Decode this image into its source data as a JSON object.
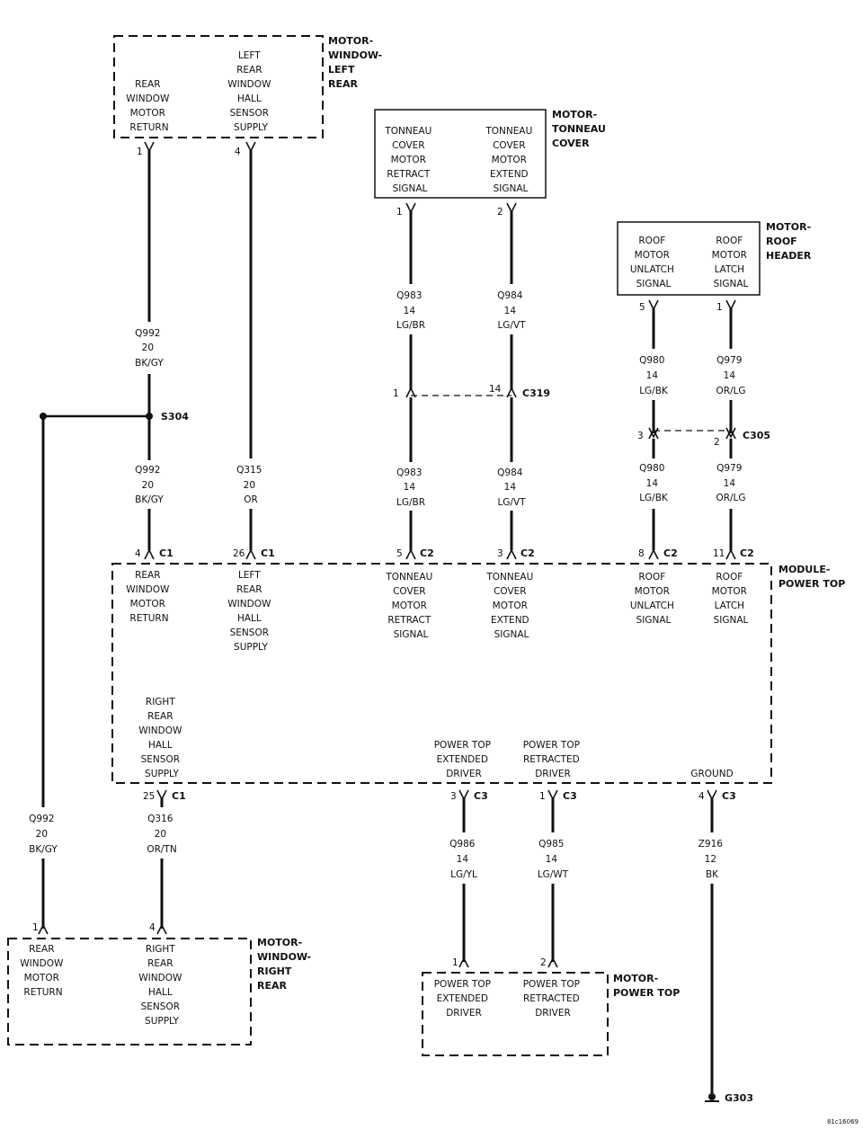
{
  "components": {
    "window_left_rear": {
      "title": [
        "MOTOR-",
        "WINDOW-",
        "LEFT",
        "REAR"
      ],
      "pin_labels": [
        [
          "REAR",
          "WINDOW",
          "MOTOR",
          "RETURN"
        ],
        [
          "LEFT",
          "REAR",
          "WINDOW",
          "HALL",
          "SENSOR",
          "SUPPLY"
        ]
      ],
      "pins": [
        "1",
        "4"
      ]
    },
    "tonneau_cover": {
      "title": [
        "MOTOR-",
        "TONNEAU",
        "COVER"
      ],
      "pin_labels": [
        [
          "TONNEAU",
          "COVER",
          "MOTOR",
          "RETRACT",
          "SIGNAL"
        ],
        [
          "TONNEAU",
          "COVER",
          "MOTOR",
          "EXTEND",
          "SIGNAL"
        ]
      ],
      "pins": [
        "1",
        "2"
      ]
    },
    "roof_header": {
      "title": [
        "MOTOR-",
        "ROOF",
        "HEADER"
      ],
      "pin_labels": [
        [
          "ROOF",
          "MOTOR",
          "UNLATCH",
          "SIGNAL"
        ],
        [
          "ROOF",
          "MOTOR",
          "LATCH",
          "SIGNAL"
        ]
      ],
      "pins": [
        "5",
        "1"
      ]
    },
    "module_power_top": {
      "title": [
        "MODULE-",
        "POWER TOP"
      ],
      "top_pins": [
        {
          "pin": "4",
          "conn": "C1",
          "label": [
            "REAR",
            "WINDOW",
            "MOTOR",
            "RETURN"
          ]
        },
        {
          "pin": "26",
          "conn": "C1",
          "label": [
            "LEFT",
            "REAR",
            "WINDOW",
            "HALL",
            "SENSOR",
            "SUPPLY"
          ]
        },
        {
          "pin": "5",
          "conn": "C2",
          "label": [
            "TONNEAU",
            "COVER",
            "MOTOR",
            "RETRACT",
            "SIGNAL"
          ]
        },
        {
          "pin": "3",
          "conn": "C2",
          "label": [
            "TONNEAU",
            "COVER",
            "MOTOR",
            "EXTEND",
            "SIGNAL"
          ]
        },
        {
          "pin": "8",
          "conn": "C2",
          "label": [
            "ROOF",
            "MOTOR",
            "UNLATCH",
            "SIGNAL"
          ]
        },
        {
          "pin": "11",
          "conn": "C2",
          "label": [
            "ROOF",
            "MOTOR",
            "LATCH",
            "SIGNAL"
          ]
        }
      ],
      "bottom_pins": [
        {
          "pin": "25",
          "conn": "C1",
          "label": [
            "RIGHT",
            "REAR",
            "WINDOW",
            "HALL",
            "SENSOR",
            "SUPPLY"
          ]
        },
        {
          "pin": "3",
          "conn": "C3",
          "label": [
            "POWER TOP",
            "EXTENDED",
            "DRIVER"
          ]
        },
        {
          "pin": "1",
          "conn": "C3",
          "label": [
            "POWER TOP",
            "RETRACTED",
            "DRIVER"
          ]
        },
        {
          "pin": "4",
          "conn": "C3",
          "label": [
            "GROUND"
          ]
        }
      ]
    },
    "window_right_rear": {
      "title": [
        "MOTOR-",
        "WINDOW-",
        "RIGHT",
        "REAR"
      ],
      "pin_labels": [
        [
          "REAR",
          "WINDOW",
          "MOTOR",
          "RETURN"
        ],
        [
          "RIGHT",
          "REAR",
          "WINDOW",
          "HALL",
          "SENSOR",
          "SUPPLY"
        ]
      ],
      "pins": [
        "1",
        "4"
      ]
    },
    "power_top_motor": {
      "title": [
        "MOTOR-",
        "POWER TOP"
      ],
      "pin_labels": [
        [
          "POWER TOP",
          "EXTENDED",
          "DRIVER"
        ],
        [
          "POWER TOP",
          "RETRACTED",
          "DRIVER"
        ]
      ],
      "pins": [
        "1",
        "2"
      ]
    }
  },
  "wires": {
    "q992_upper": [
      "Q992",
      "20",
      "BK/GY"
    ],
    "q992_lower": [
      "Q992",
      "20",
      "BK/GY"
    ],
    "q992_right": [
      "Q992",
      "20",
      "BK/GY"
    ],
    "q315": [
      "Q315",
      "20",
      "OR"
    ],
    "q983_upper": [
      "Q983",
      "14",
      "LG/BR"
    ],
    "q983_lower": [
      "Q983",
      "14",
      "LG/BR"
    ],
    "q984_upper": [
      "Q984",
      "14",
      "LG/VT"
    ],
    "q984_lower": [
      "Q984",
      "14",
      "LG/VT"
    ],
    "q980_upper": [
      "Q980",
      "14",
      "LG/BK"
    ],
    "q980_lower": [
      "Q980",
      "14",
      "LG/BK"
    ],
    "q979_upper": [
      "Q979",
      "14",
      "OR/LG"
    ],
    "q979_lower": [
      "Q979",
      "14",
      "OR/LG"
    ],
    "q316": [
      "Q316",
      "20",
      "OR/TN"
    ],
    "q986": [
      "Q986",
      "14",
      "LG/YL"
    ],
    "q985": [
      "Q985",
      "14",
      "LG/WT"
    ],
    "z916": [
      "Z916",
      "12",
      "BK"
    ]
  },
  "splice": "S304",
  "inline_connectors": {
    "c319": {
      "name": "C319",
      "pins": [
        "1",
        "14"
      ]
    },
    "c305": {
      "name": "C305",
      "pins": [
        "3",
        "2"
      ]
    }
  },
  "ground": "G303",
  "figure_id": "81c16069"
}
